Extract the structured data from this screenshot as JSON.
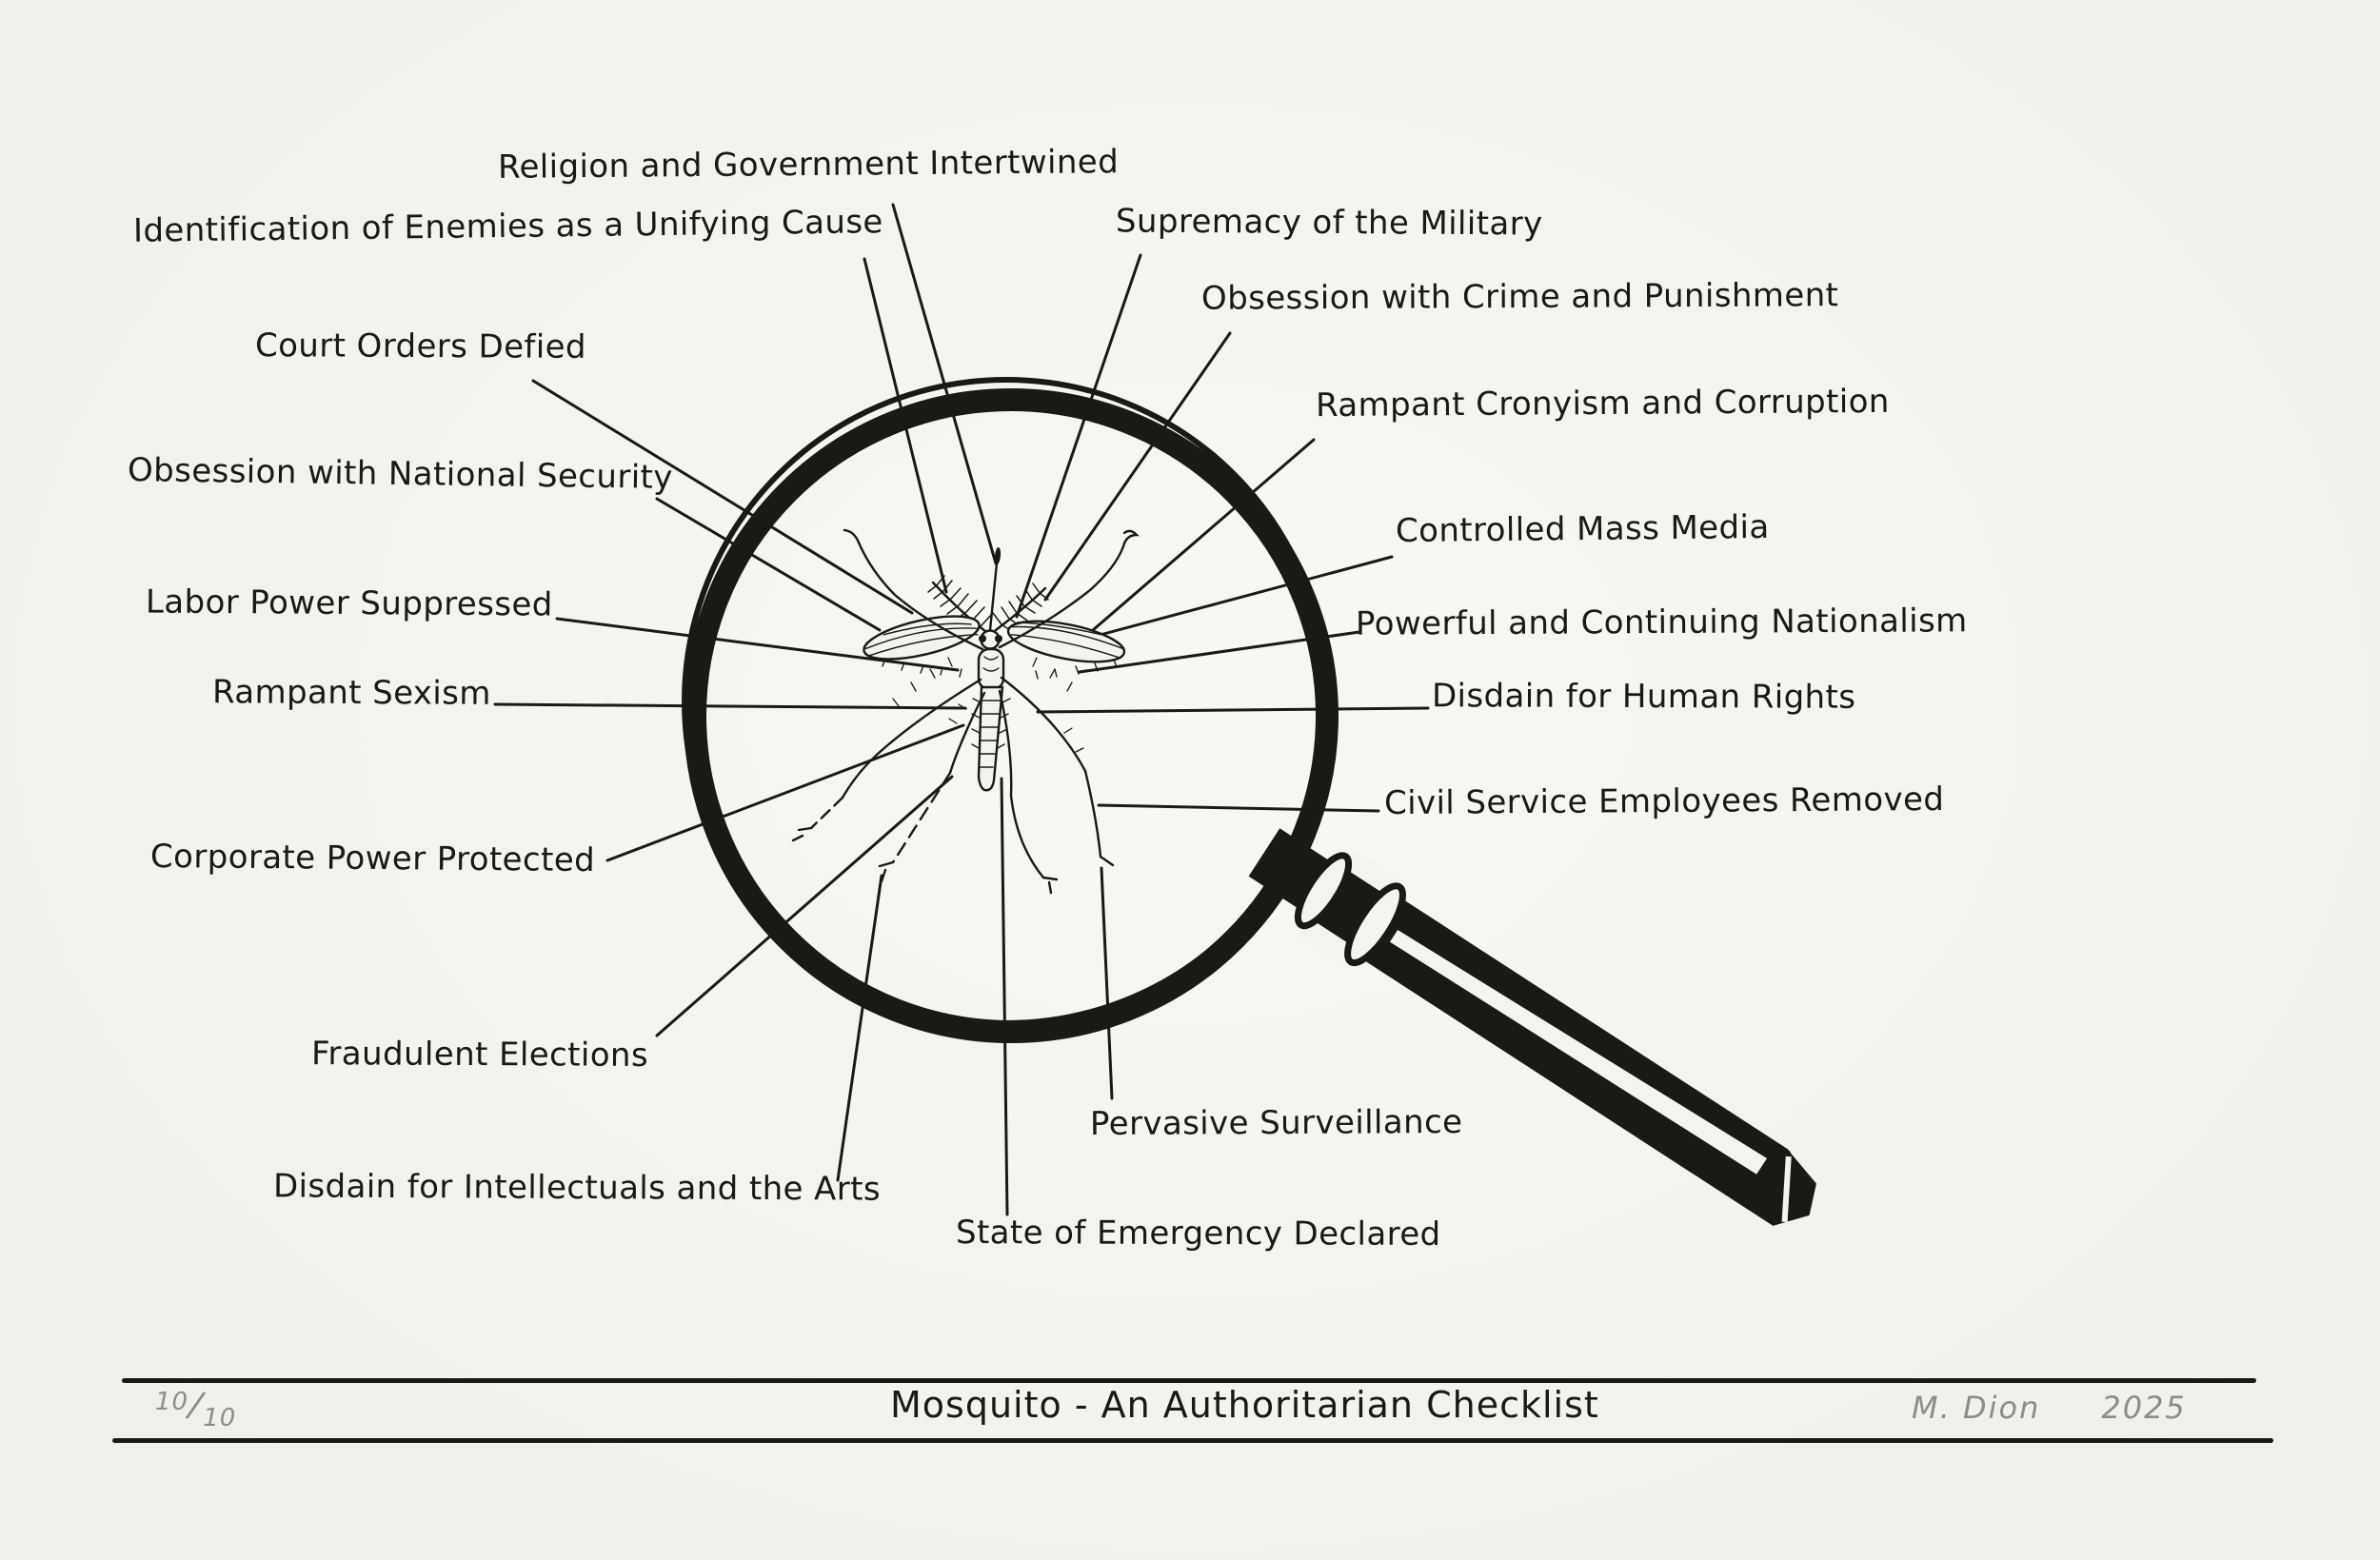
{
  "artwork": {
    "title": "Mosquito - An Authoritarian Checklist",
    "edition": {
      "num": "10",
      "sep": "/",
      "den": "10"
    },
    "signature": "M. Dion",
    "year": "2025",
    "subject": "mosquito seen through a magnifying glass with labeled callouts"
  },
  "colors": {
    "paper": "#f5f3ee",
    "ink": "#1b1915",
    "pencil": "#8b8e86"
  },
  "labels": [
    {
      "id": "religion",
      "text": "Religion and Government Intertwined"
    },
    {
      "id": "identification",
      "text": "Identification of Enemies as a Unifying Cause"
    },
    {
      "id": "supremacy",
      "text": "Supremacy of the Military"
    },
    {
      "id": "crime",
      "text": "Obsession with Crime and Punishment"
    },
    {
      "id": "court-orders",
      "text": "Court Orders Defied"
    },
    {
      "id": "cronyism",
      "text": "Rampant Cronyism and Corruption"
    },
    {
      "id": "national-security",
      "text": "Obsession with National Security"
    },
    {
      "id": "mass-media",
      "text": "Controlled Mass Media"
    },
    {
      "id": "labor-power",
      "text": "Labor Power Suppressed"
    },
    {
      "id": "nationalism",
      "text": "Powerful and Continuing Nationalism"
    },
    {
      "id": "sexism",
      "text": "Rampant Sexism"
    },
    {
      "id": "human-rights",
      "text": "Disdain for Human Rights"
    },
    {
      "id": "civil-service",
      "text": "Civil Service Employees Removed"
    },
    {
      "id": "corporate-power",
      "text": "Corporate Power Protected"
    },
    {
      "id": "elections",
      "text": "Fraudulent Elections"
    },
    {
      "id": "surveillance",
      "text": "Pervasive Surveillance"
    },
    {
      "id": "intellectuals",
      "text": "Disdain for Intellectuals and the Arts"
    },
    {
      "id": "emergency",
      "text": "State of Emergency Declared"
    }
  ]
}
